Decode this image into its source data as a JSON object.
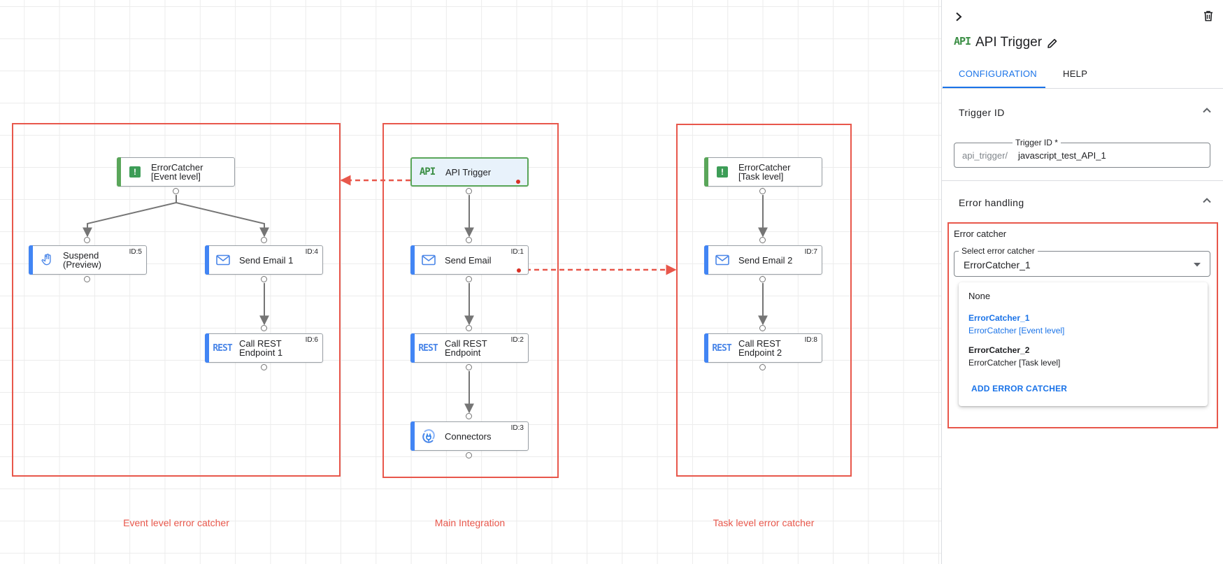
{
  "canvas": {
    "groups": [
      {
        "label": "Event level error catcher"
      },
      {
        "label": "Main Integration"
      },
      {
        "label": "Task level error catcher"
      }
    ],
    "nodes": {
      "ec_event": {
        "line1": "ErrorCatcher",
        "line2": "[Event level]",
        "id": ""
      },
      "suspend": {
        "line1": "Suspend",
        "line2": "(Preview)",
        "id": "ID:5"
      },
      "send_email_1": {
        "line1": "Send Email 1",
        "line2": "",
        "id": "ID:4"
      },
      "call_rest_1": {
        "line1": "Call REST",
        "line2": "Endpoint 1",
        "id": "ID:6"
      },
      "api_trigger": {
        "line1": "API Trigger",
        "line2": "",
        "id": ""
      },
      "send_email": {
        "line1": "Send Email",
        "line2": "",
        "id": "ID:1"
      },
      "call_rest": {
        "line1": "Call REST",
        "line2": "Endpoint",
        "id": "ID:2"
      },
      "connectors": {
        "line1": "Connectors",
        "line2": "",
        "id": "ID:3"
      },
      "ec_task": {
        "line1": "ErrorCatcher",
        "line2": "[Task level]",
        "id": ""
      },
      "send_email_2": {
        "line1": "Send Email 2",
        "line2": "",
        "id": "ID:7"
      },
      "call_rest_2": {
        "line1": "Call REST",
        "line2": "Endpoint 2",
        "id": "ID:8"
      }
    },
    "icon_text": {
      "rest": "REST",
      "api": "API",
      "error": "!"
    }
  },
  "panel": {
    "title": "API Trigger",
    "tabs": [
      {
        "label": "CONFIGURATION"
      },
      {
        "label": "HELP"
      }
    ],
    "trigger_section": {
      "title": "Trigger ID",
      "field_label": "Trigger ID *",
      "prefix": "api_trigger/",
      "value": "javascript_test_API_1"
    },
    "error_section": {
      "title": "Error handling",
      "subtitle": "Error catcher",
      "select_label": "Select error catcher",
      "selected": "ErrorCatcher_1",
      "options": [
        {
          "name": "None",
          "desc": ""
        },
        {
          "name": "ErrorCatcher_1",
          "desc": "ErrorCatcher [Event level]"
        },
        {
          "name": "ErrorCatcher_2",
          "desc": "ErrorCatcher [Task level]"
        }
      ],
      "add_label": "ADD ERROR CATCHER"
    }
  },
  "colors": {
    "accent": "#1a73e8",
    "annotation": "#e8574b",
    "trigger_green": "#5aa65a",
    "task_blue": "#4285f4"
  }
}
